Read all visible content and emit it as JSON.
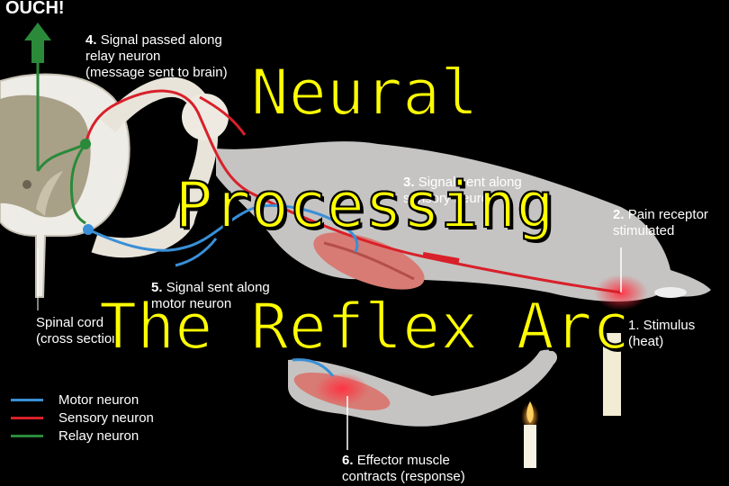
{
  "exclamation": "OUCH!",
  "title": {
    "line1": "Neural",
    "line2": "Processing",
    "line3": "The Reflex Arc"
  },
  "steps": {
    "step2": {
      "num": "2.",
      "text1": "Pain receptor",
      "text2": "stimulated"
    },
    "step3": {
      "num": "3.",
      "text1": "Signal sent along",
      "text2": "sensory neuron"
    },
    "step4": {
      "num": "4.",
      "text1": "Signal passed along",
      "text2": "relay neuron",
      "text3": "(message sent to brain)"
    },
    "step5": {
      "num": "5.",
      "text1": "Signal sent along",
      "text2": "motor neuron"
    },
    "step6": {
      "num": "6.",
      "text1": "Effector muscle",
      "text2": "contracts (response)"
    },
    "step1": {
      "text1": "1. Stimulus",
      "text2": "(heat)"
    },
    "spinal": {
      "text1": "Spinal cord",
      "text2": "(cross section)"
    }
  },
  "legend": [
    {
      "label": "Motor neuron",
      "color": "#3a8fd6"
    },
    {
      "label": "Sensory neuron",
      "color": "#d8202a"
    },
    {
      "label": "Relay neuron",
      "color": "#2a8a3a"
    }
  ]
}
